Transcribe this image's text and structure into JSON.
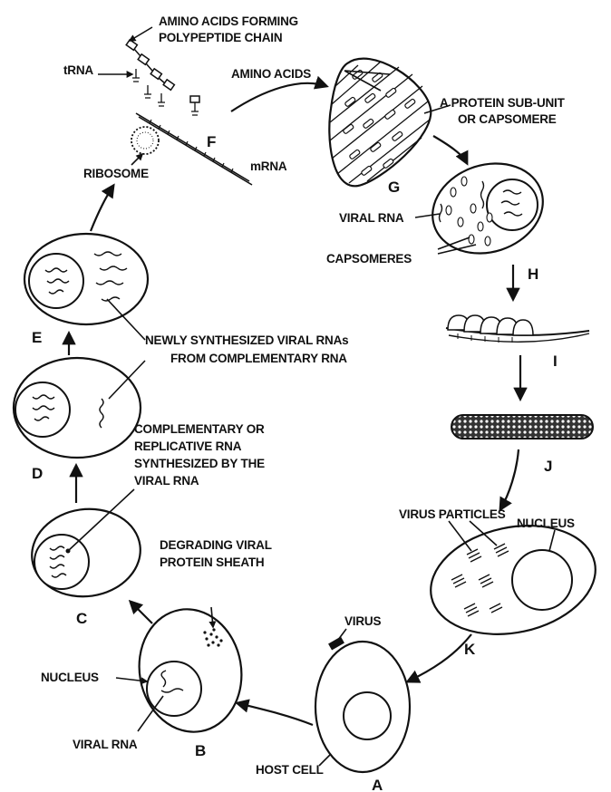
{
  "labels": {
    "amino_acids_forming": "AMINO ACIDS FORMING",
    "polypeptide_chain": "POLYPEPTIDE CHAIN",
    "trna": "tRNA",
    "amino_acids": "AMINO ACIDS",
    "protein_subunit_1": "A PROTEIN SUB-UNIT",
    "protein_subunit_2": "OR CAPSOMERE",
    "ribosome": "RIBOSOME",
    "mrna": "mRNA",
    "viral_rna_h": "VIRAL RNA",
    "capsomeres": "CAPSOMERES",
    "newly_1": "NEWLY SYNTHESIZED VIRAL RNAs",
    "newly_2": "FROM COMPLEMENTARY RNA",
    "complementary_1": "COMPLEMENTARY OR",
    "complementary_2": "REPLICATIVE RNA",
    "complementary_3": "SYNTHESIZED BY THE",
    "complementary_4": "VIRAL RNA",
    "degrading_1": "DEGRADING VIRAL",
    "degrading_2": "PROTEIN SHEATH",
    "virus_particles": "VIRUS PARTICLES",
    "nucleus_k": "NUCLEUS",
    "virus": "VIRUS",
    "nucleus_b": "NUCLEUS",
    "viral_rna_b": "VIRAL RNA",
    "host_cell": "HOST CELL"
  },
  "stages": {
    "a": "A",
    "b": "B",
    "c": "C",
    "d": "D",
    "e": "E",
    "f": "F",
    "g": "G",
    "h": "H",
    "i": "I",
    "j": "J",
    "k": "K"
  }
}
